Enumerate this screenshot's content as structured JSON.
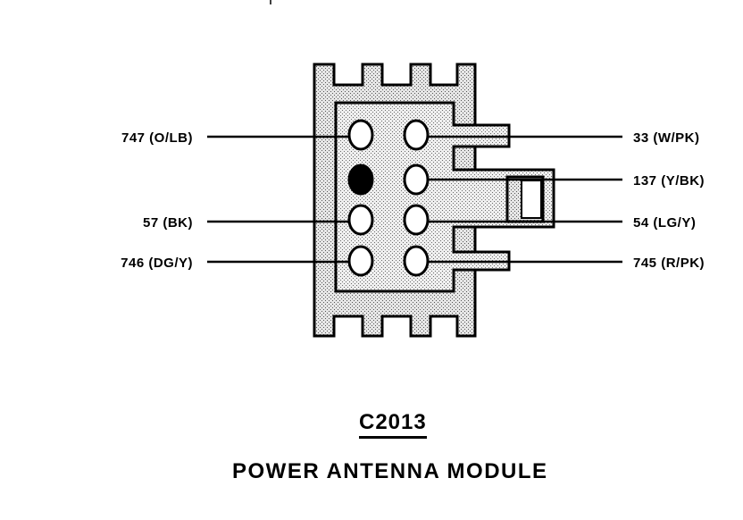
{
  "diagram": {
    "connector_id": "C2013",
    "connector_name": "POWER ANTENNA MODULE",
    "left_labels": [
      "747 (O/LB)",
      "57 (BK)",
      "746 (DG/Y)"
    ],
    "right_labels": [
      "33 (W/PK)",
      "137 (Y/BK)",
      "54 (LG/Y)",
      "745 (R/PK)"
    ],
    "colors": {
      "ink": "#000000",
      "body_fill": "#bdbdbd",
      "inner_fill": "#d9d9d9",
      "background": "#ffffff"
    }
  }
}
